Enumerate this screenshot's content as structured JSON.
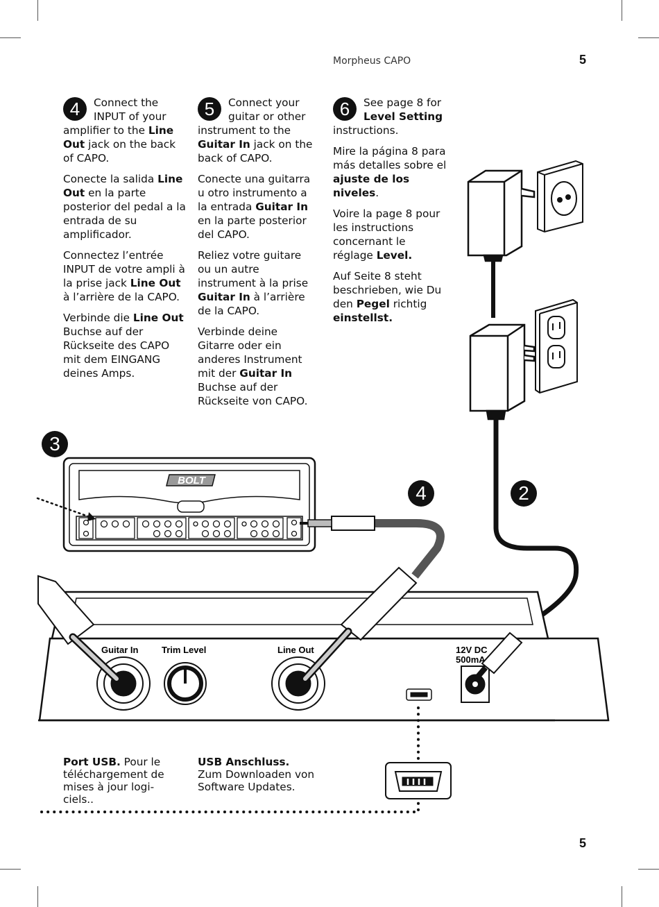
{
  "header": {
    "title": "Morpheus CAPO",
    "page_top": "5",
    "page_bottom": "5"
  },
  "columns": [
    {
      "step": "4",
      "paragraphs": [
        [
          {
            "t": "Connect the INPUT of your amplifier to the "
          },
          {
            "t": "Line Out",
            "b": true
          },
          {
            "t": " jack on the back of CAPO."
          }
        ],
        [
          {
            "t": "Conecte la salida "
          },
          {
            "t": "Line Out",
            "b": true
          },
          {
            "t": " en la parte posterior del pedal a la entrada de su amplificador."
          }
        ],
        [
          {
            "t": "Connectez l’entrée INPUT de votre ampli à la prise jack "
          },
          {
            "t": "Line Out",
            "b": true
          },
          {
            "t": " à l’arrière de la CAPO."
          }
        ],
        [
          {
            "t": "Verbinde die "
          },
          {
            "t": "Line Out",
            "b": true
          },
          {
            "t": " Buchse auf der Rückseite des CAPO mit dem EINGANG deines Amps."
          }
        ]
      ]
    },
    {
      "step": "5",
      "paragraphs": [
        [
          {
            "t": "Connect your guitar or other instrument to the "
          },
          {
            "t": "Guitar In",
            "b": true
          },
          {
            "t": " jack on the back of CAPO."
          }
        ],
        [
          {
            "t": "Conecte una guitarra u otro instrumento a la entrada "
          },
          {
            "t": "Guitar In",
            "b": true
          },
          {
            "t": " en la parte posterior del CAPO."
          }
        ],
        [
          {
            "t": "Reliez votre guitare ou un autre instrument à la prise "
          },
          {
            "t": "Guitar In",
            "b": true
          },
          {
            "t": " à l’arrière de la CAPO."
          }
        ],
        [
          {
            "t": "Verbinde deine Gitarre oder ein anderes Instrument mit der "
          },
          {
            "t": "Guitar In",
            "b": true
          },
          {
            "t": " Buchse auf der Rückseite von CAPO."
          }
        ]
      ]
    },
    {
      "step": "6",
      "paragraphs": [
        [
          {
            "t": "See page 8 for "
          },
          {
            "t": "Level Setting",
            "b": true
          },
          {
            "t": " instructions."
          }
        ],
        [
          {
            "t": "Mire la página 8 para más detalles sobre el "
          },
          {
            "t": "ajuste de los niveles",
            "b": true
          },
          {
            "t": "."
          }
        ],
        [
          {
            "t": "Voire la page 8 pour les instructions concernant le réglage "
          },
          {
            "t": "Level.",
            "b": true
          }
        ],
        [
          {
            "t": "Auf Seite 8 steht beschrieben, wie Du den "
          },
          {
            "t": "Pegel",
            "b": true
          },
          {
            "t": " richtig "
          },
          {
            "t": "einstellst.",
            "b": true
          }
        ]
      ]
    }
  ],
  "callouts": {
    "amp": "3",
    "line_out": "4",
    "power": "2"
  },
  "amp": {
    "brand": "BOLT"
  },
  "pedal": {
    "guitar_in": "Guitar In",
    "trim_level": "Trim Level",
    "line_out": "Line Out",
    "power_line1": "12V DC",
    "power_line2": "500mA"
  },
  "usb_notes": [
    {
      "bold": "Port USB.",
      "text": " Pour le téléchargement de mises à jour logi-ciels.."
    },
    {
      "bold": "USB Anschluss.",
      "text": " Zum Downloaden von Software Updates."
    }
  ]
}
